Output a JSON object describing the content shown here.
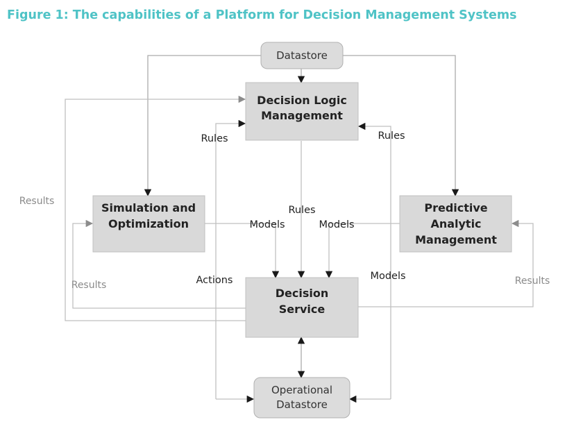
{
  "figure": {
    "title": "Figure 1: The capabilities of a Platform for Decision Management Systems"
  },
  "nodes": {
    "datastore": "Datastore",
    "decision_logic": [
      "Decision Logic",
      "Management"
    ],
    "simulation": [
      "Simulation and",
      "Optimization"
    ],
    "predictive": [
      "Predictive",
      "Analytic",
      "Management"
    ],
    "decision_service": [
      "Decision",
      "Service"
    ],
    "operational": [
      "Operational",
      "Datastore"
    ]
  },
  "edge_labels": {
    "rules_left": "Rules",
    "rules_right": "Rules",
    "rules_center": "Rules",
    "models_left": "Models",
    "models_right": "Models",
    "models_lower": "Models",
    "actions": "Actions",
    "results_far_left": "Results",
    "results_left": "Results",
    "results_right": "Results"
  },
  "colors": {
    "title": "#4fc3c6",
    "box_fill": "#d9d9d9",
    "store_fill": "#dcdcdc",
    "line": "#aaaaaa"
  }
}
